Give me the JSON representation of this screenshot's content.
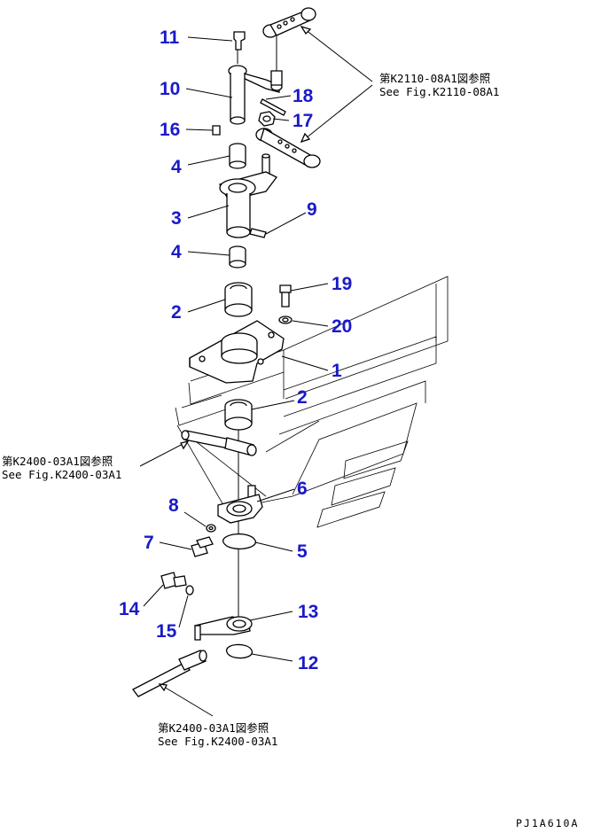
{
  "callouts": {
    "p11": "11",
    "p10": "10",
    "p16": "16",
    "p18": "18",
    "p17": "17",
    "p4a": "4",
    "p3": "3",
    "p9": "9",
    "p4b": "4",
    "p2a": "2",
    "p19": "19",
    "p20": "20",
    "p1": "1",
    "p2b": "2",
    "p6": "6",
    "p8": "8",
    "p7": "7",
    "p5": "5",
    "p14": "14",
    "p13": "13",
    "p15": "15",
    "p12": "12"
  },
  "references": {
    "k2110": {
      "jp": "第K2110-08A1図参照",
      "en": "See Fig.K2110-08A1"
    },
    "k2400_left": {
      "jp": "第K2400-03A1図参照",
      "en": "See Fig.K2400-03A1"
    },
    "k2400_bottom": {
      "jp": "第K2400-03A1図参照",
      "en": "See Fig.K2400-03A1"
    }
  },
  "drawing_code": "PJ1A610A",
  "colors": {
    "callout": "#1a1ac8",
    "line": "#000000",
    "background": "#ffffff"
  }
}
